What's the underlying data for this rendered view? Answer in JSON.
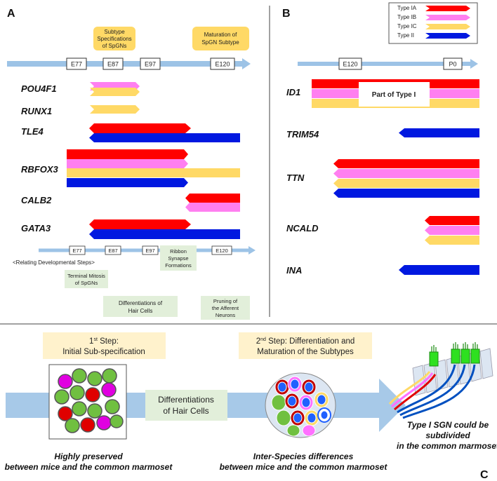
{
  "colors": {
    "type_ia": "#ff0000",
    "type_ib": "#ff7ff0",
    "type_ic": "#ffd966",
    "type_ii": "#0018e0",
    "timeline": "#9dc3e6",
    "label_yellow": "#ffd966",
    "label_green": "#e2efda",
    "step_bg": "#fff2cc"
  },
  "panel_a": {
    "letter": "A",
    "top_labels": [
      {
        "lines": [
          "Subtype",
          "Specifications",
          "of SpGNs"
        ]
      },
      {
        "lines": [
          "Maturation of",
          "SpGN Subtype"
        ]
      }
    ],
    "timeline_ticks": [
      "E77",
      "E87",
      "E97",
      "E120"
    ],
    "genes": [
      "POU4F1",
      "RUNX1",
      "TLE4",
      "RBFOX3",
      "CALB2",
      "GATA3"
    ],
    "bottom_ticks": [
      "E77",
      "E87",
      "E97",
      "E120"
    ],
    "relating_title": "<Relating Developmental Steps>",
    "steps": [
      {
        "lines": [
          "Terminal Mitosis",
          "of SpGNs"
        ]
      },
      {
        "lines": [
          "Ribbon",
          "Synapse",
          "Formations"
        ]
      },
      {
        "lines": [
          "Differentiations of",
          "Hair Cells"
        ]
      },
      {
        "lines": [
          "Pruning of",
          "the Afferent",
          "Neurons"
        ]
      }
    ]
  },
  "panel_b": {
    "letter": "B",
    "legend": [
      "Type IA",
      "Type IB",
      "Type IC",
      "Type II"
    ],
    "timeline_ticks": [
      "E120",
      "P0"
    ],
    "genes": [
      "ID1",
      "TRIM54",
      "TTN",
      "NCALD",
      "INA"
    ],
    "part_label": "Part of Type I"
  },
  "panel_c": {
    "letter": "C",
    "step1": {
      "line1": "1",
      "sup": "st",
      "rest": " Step:",
      "line2": "Initial Sub-specification"
    },
    "step2": {
      "line1": "2",
      "sup": "nd",
      "rest": " Step: Differentiation and",
      "line2": "Maturation of the Subtypes"
    },
    "middle_box": {
      "lines": [
        "Differentiations",
        "of Hair Cells"
      ]
    },
    "right_caption": {
      "lines": [
        "Type I SGN could be",
        "subdivided",
        "in the common marmoset"
      ]
    },
    "caption_left": {
      "lines": [
        "Highly preserved",
        "between mice and the common marmoset"
      ]
    },
    "caption_mid": {
      "lines": [
        "Inter-Species differences",
        "between mice and the common marmoset"
      ]
    }
  }
}
